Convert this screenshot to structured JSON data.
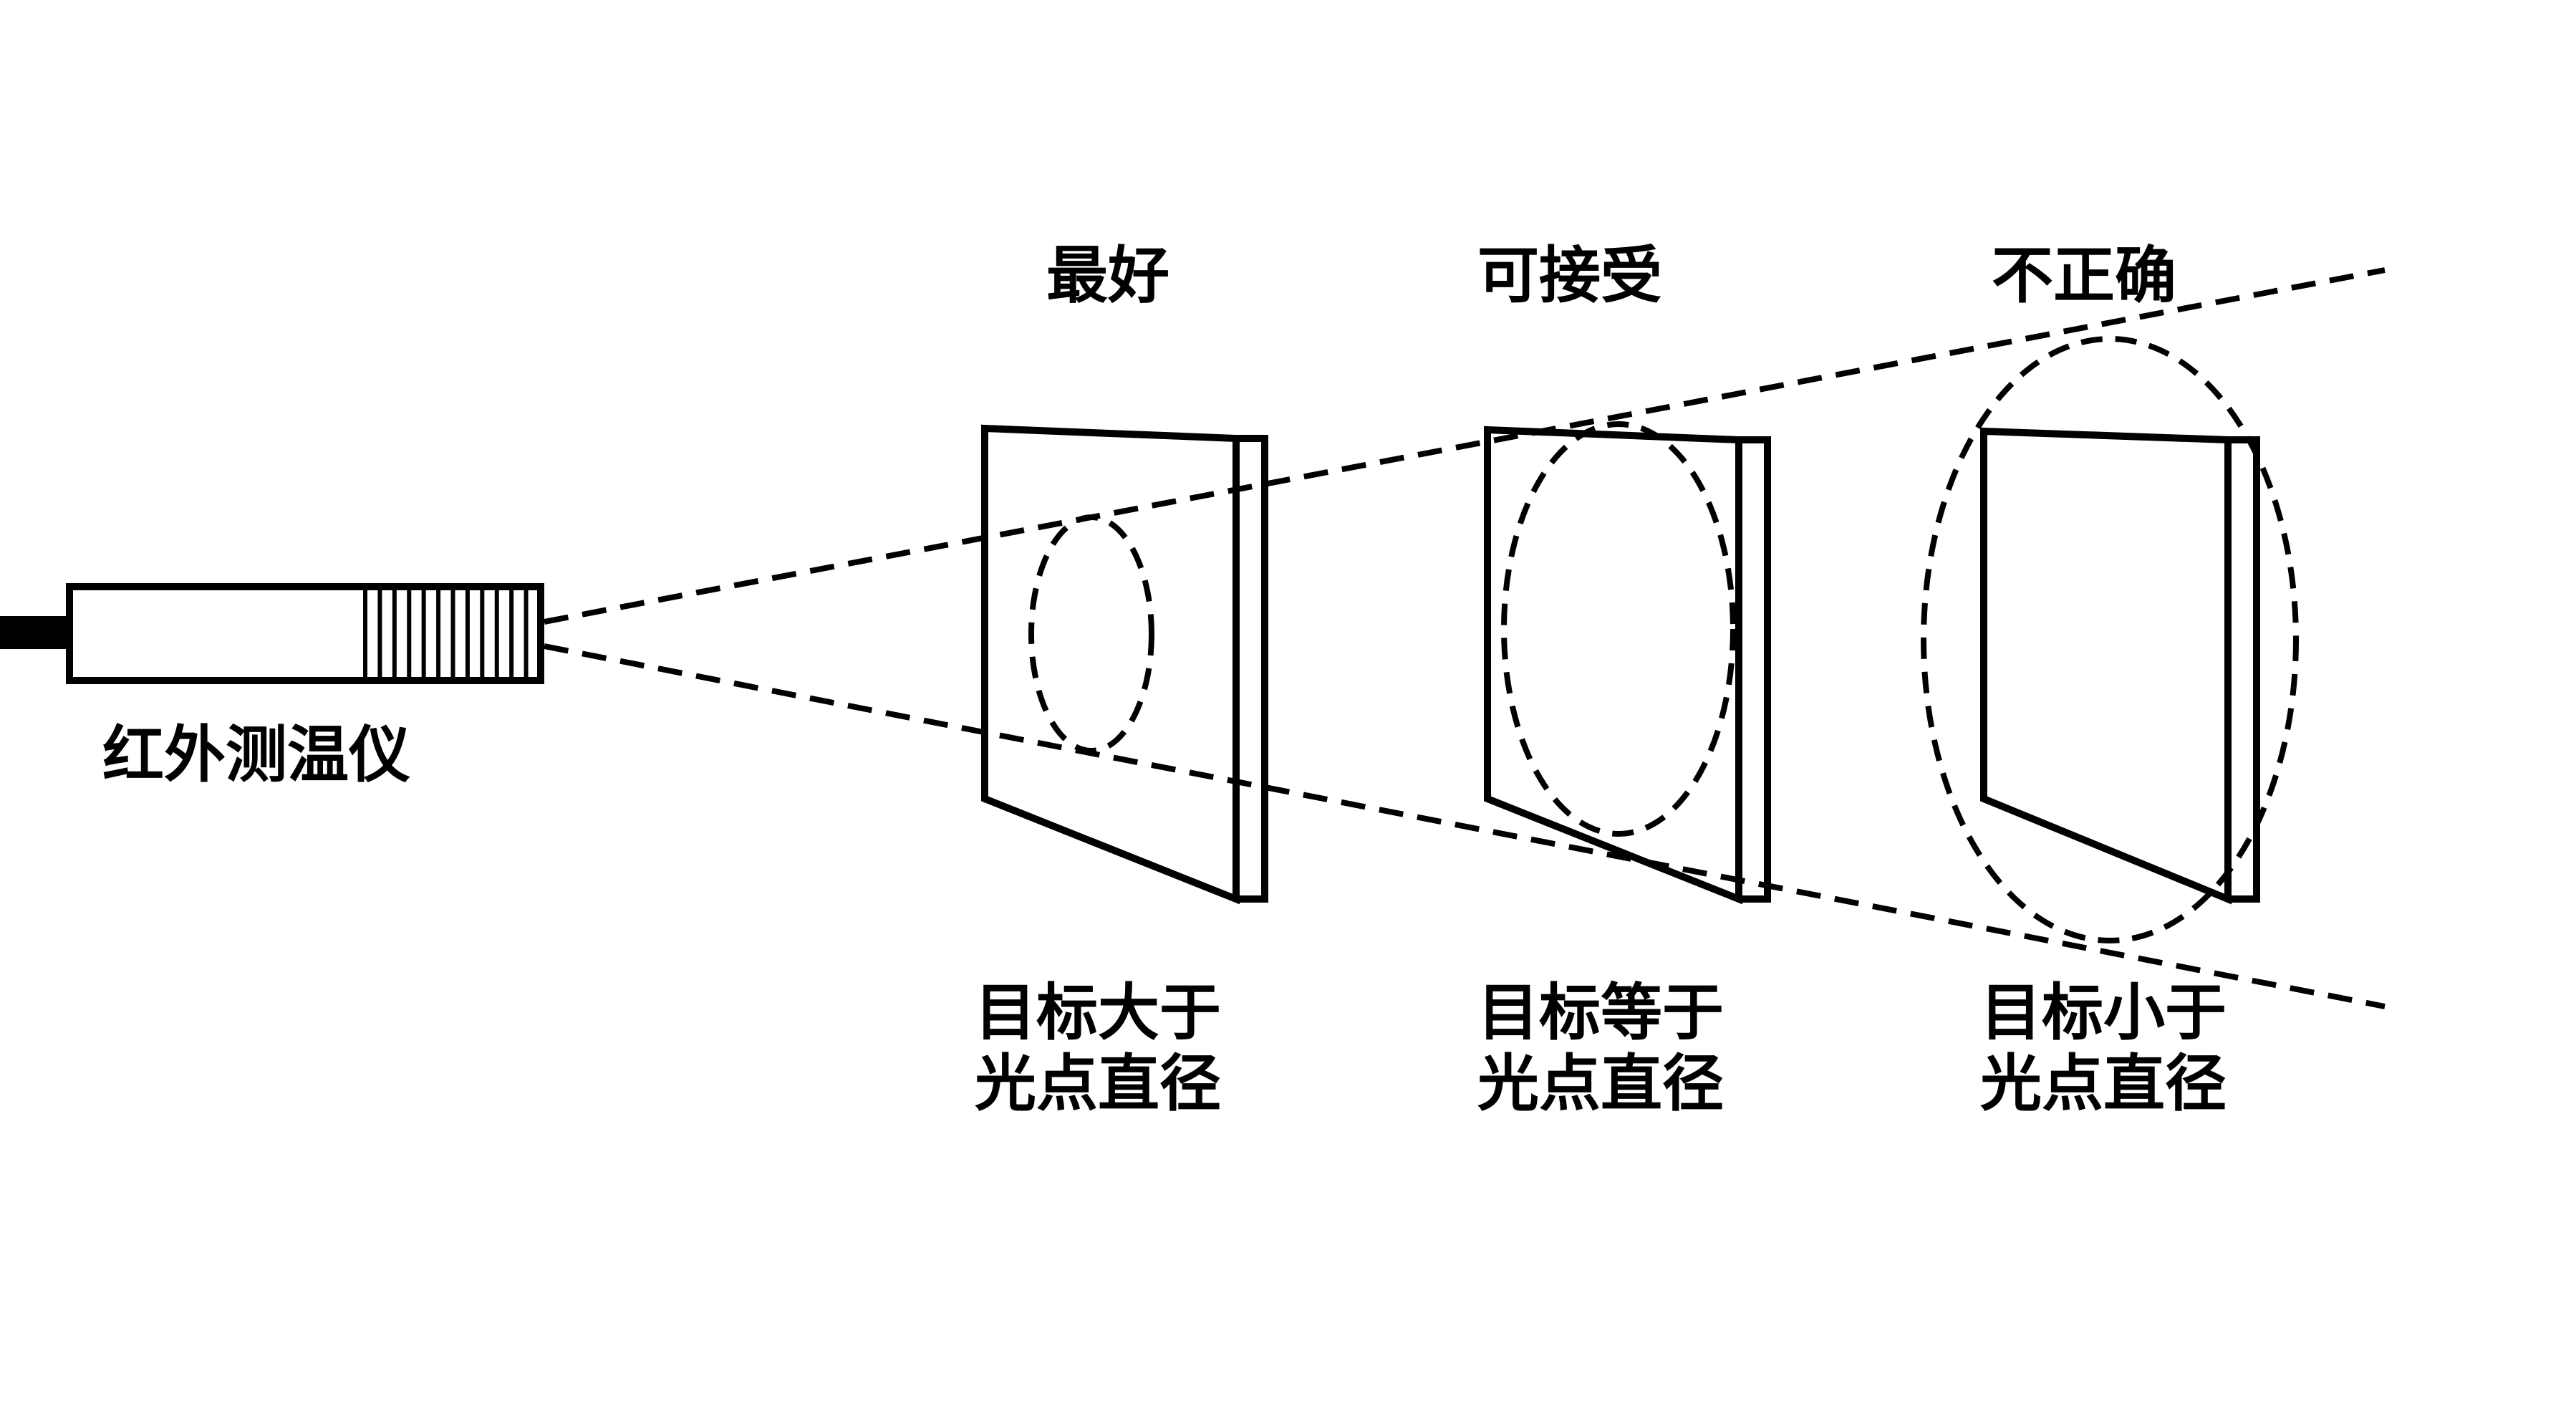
{
  "device": {
    "label": "红外测温仪"
  },
  "panels": [
    {
      "id": "best",
      "rating": "最好",
      "caption_line1": "目标大于",
      "caption_line2": "光点直径"
    },
    {
      "id": "acceptable",
      "rating": "可接受",
      "caption_line1": "目标等于",
      "caption_line2": "光点直径"
    },
    {
      "id": "incorrect",
      "rating": "不正确",
      "caption_line1": "目标小于",
      "caption_line2": "光点直径"
    }
  ],
  "colors": {
    "stroke": "#000000",
    "background": "#ffffff"
  }
}
